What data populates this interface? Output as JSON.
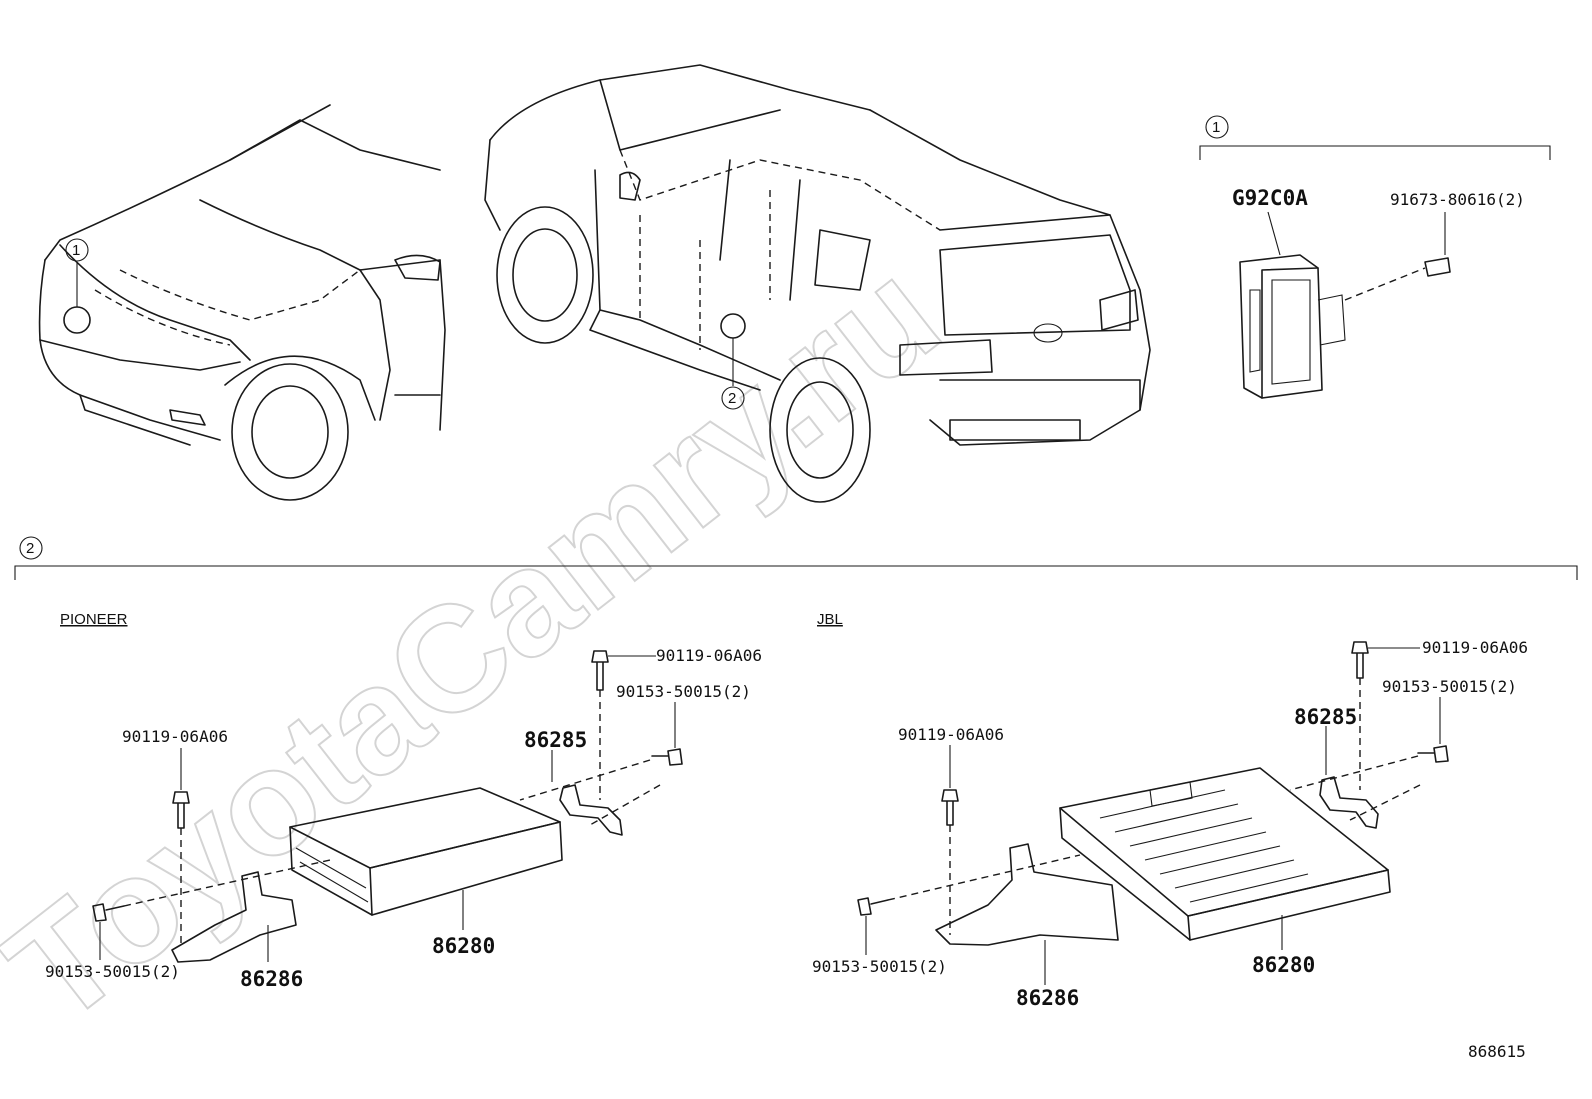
{
  "watermark": "ToyotaCamry.ru",
  "diagram_id": "868615",
  "callouts": {
    "one": "1",
    "two": "2"
  },
  "group1": {
    "part_ecu": "G92C0A",
    "part_bolt": "91673-80616(2)"
  },
  "pioneer": {
    "title": "PIONEER",
    "bolt_top": "90119-06A06",
    "screw_top": "90153-50015(2)",
    "bolt_left": "90119-06A06",
    "bracket_right": "86285",
    "amplifier": "86280",
    "screw_left": "90153-50015(2)",
    "bracket_left": "86286"
  },
  "jbl": {
    "title": "JBL",
    "bolt_top": "90119-06A06",
    "screw_top": "90153-50015(2)",
    "bolt_left": "90119-06A06",
    "bracket_right": "86285",
    "amplifier": "86280",
    "screw_left": "90153-50015(2)",
    "bracket_left": "86286"
  }
}
